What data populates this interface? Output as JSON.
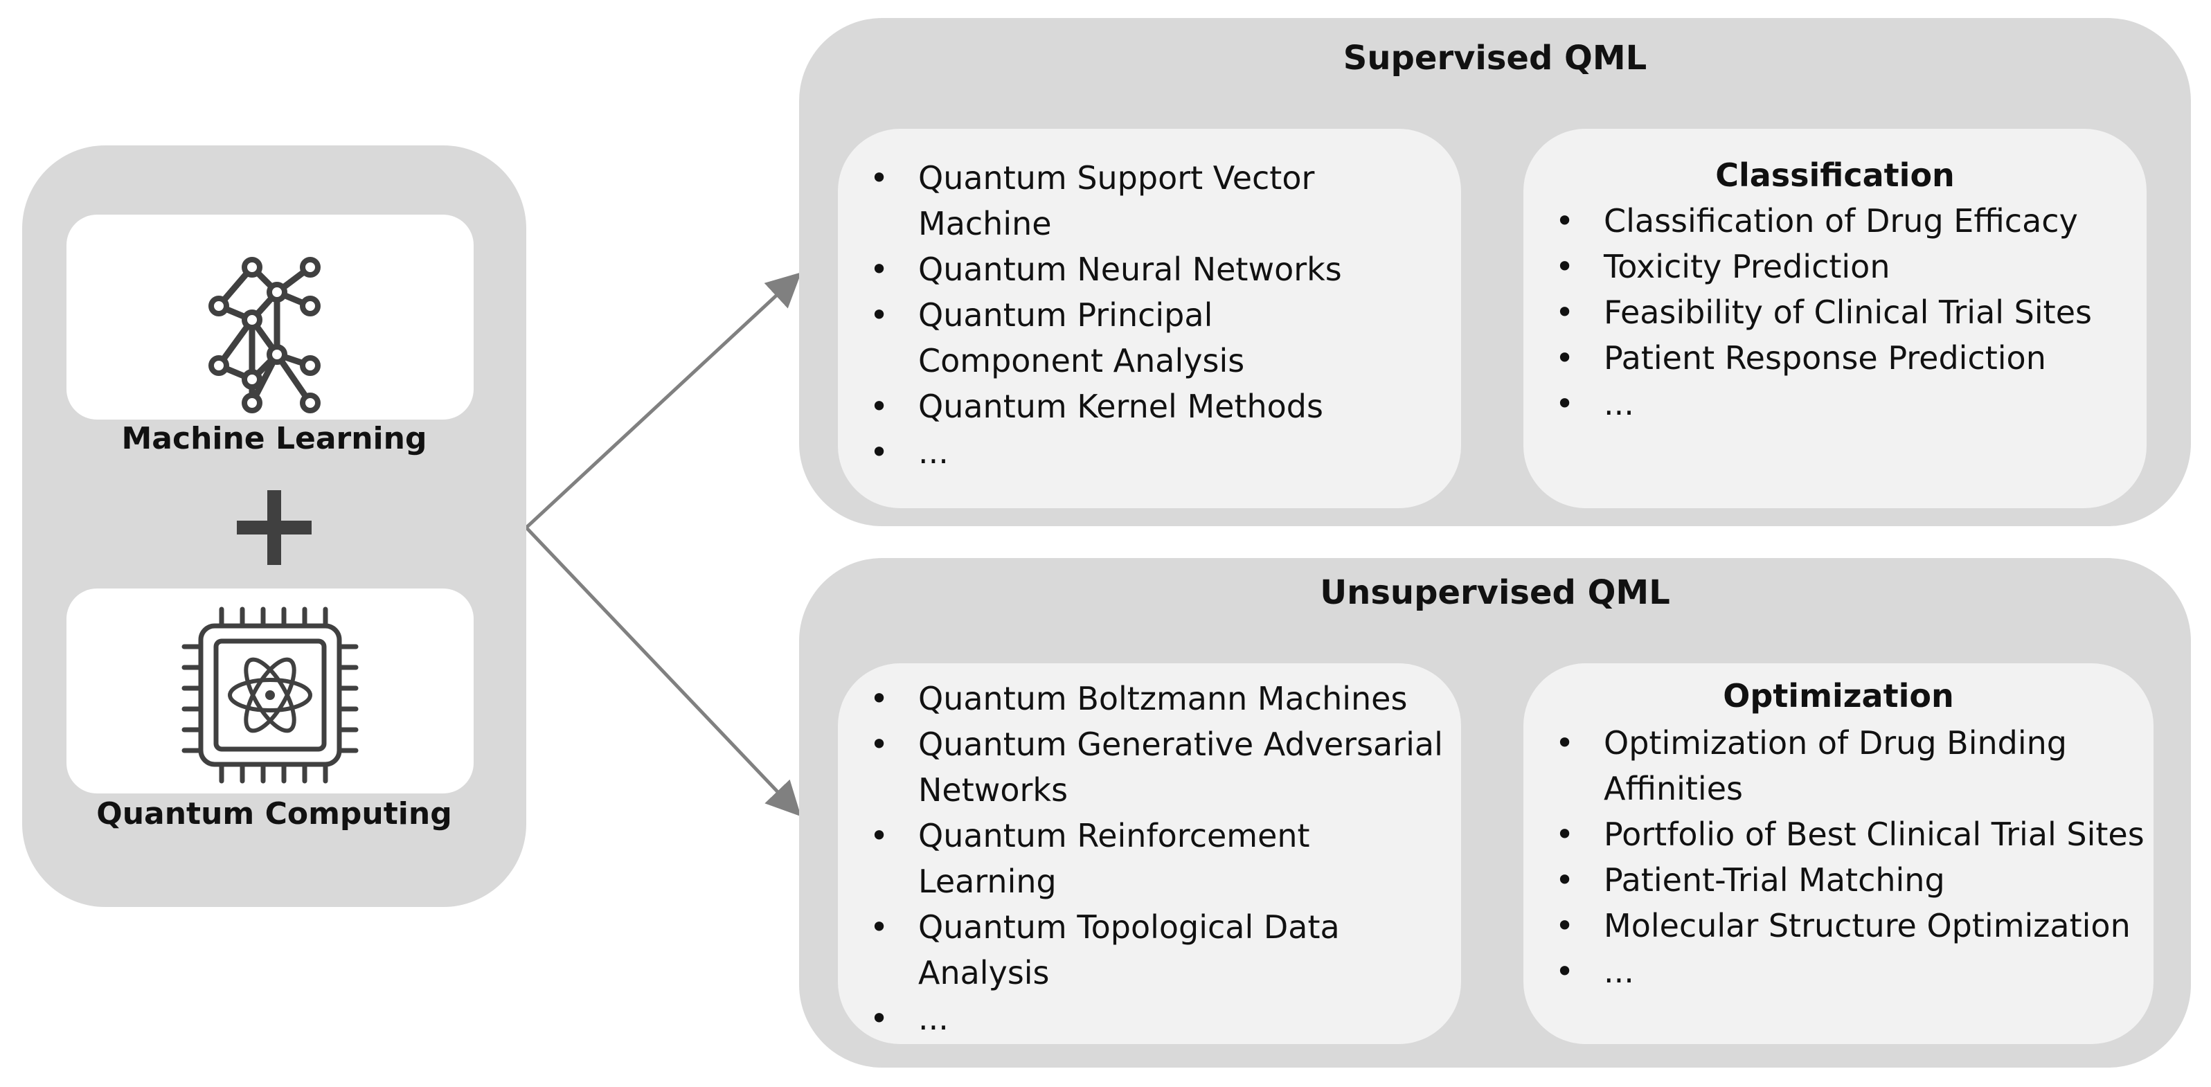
{
  "left_panel": {
    "ml_label": "Machine Learning",
    "qc_label": "Quantum Computing",
    "ml_icon": "neural-network-icon",
    "qc_icon": "quantum-chip-icon",
    "plus_icon": "plus-icon"
  },
  "supervised": {
    "title": "Supervised QML",
    "methods": [
      "Quantum Support Vector Machine",
      "Quantum Neural Networks",
      "Quantum Principal Component Analysis",
      "Quantum Kernel Methods",
      "..."
    ],
    "app_title": "Classification",
    "apps": [
      "Classification of Drug Efficacy",
      "Toxicity Prediction",
      "Feasibility of Clinical Trial Sites",
      "Patient Response Prediction",
      "..."
    ]
  },
  "unsupervised": {
    "title": "Unsupervised QML",
    "methods": [
      "Quantum Boltzmann Machines",
      "Quantum Generative Adversarial Networks",
      "Quantum Reinforcement Learning",
      "Quantum Topological Data Analysis",
      "..."
    ],
    "app_title": "Optimization",
    "apps": [
      "Optimization of Drug Binding Affinities",
      "Portfolio of Best Clinical Trial Sites",
      "Patient-Trial Matching",
      "Molecular Structure Optimization",
      "..."
    ]
  },
  "colors": {
    "outer_panel": "#d9d9d9",
    "inner_panel": "#f2f2f2",
    "icon": "#404040",
    "arrow": "#808080"
  }
}
